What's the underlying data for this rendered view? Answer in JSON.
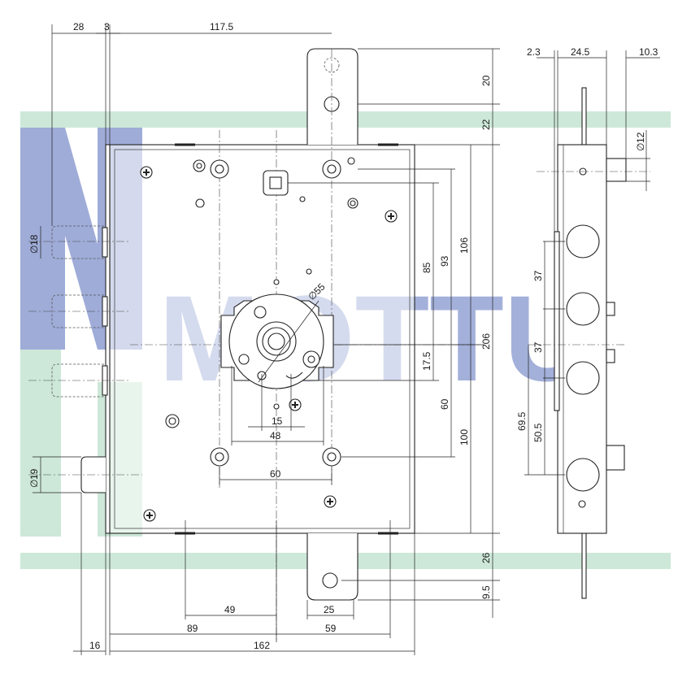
{
  "watermark": {
    "text": "MOTTU",
    "blue": "#9aa8d6",
    "green": "#cde8d8"
  },
  "colors": {
    "line": "#222222",
    "text": "#1a1a1a"
  },
  "dimensions": {
    "top_28": "28",
    "top_3": "3",
    "top_117_5": "117.5",
    "right_20": "20",
    "right_22": "22",
    "right_106": "106",
    "right_93": "93",
    "right_85": "85",
    "right_206": "206",
    "right_17_5": "17.5",
    "right_60": "60",
    "right_100": "100",
    "right_26": "26",
    "right_9_5": "9.5",
    "dia_18": "18",
    "dia_19": "19",
    "dia_55": "55",
    "h_15": "15",
    "h_48": "48",
    "h_60": "60",
    "bottom_49": "49",
    "bottom_25": "25",
    "bottom_89": "89",
    "bottom_59": "59",
    "bottom_16": "16",
    "bottom_162": "162",
    "side_2_3": "2.3",
    "side_24_5": "24.5",
    "side_10_3": "10.3",
    "side_dia_12": "12",
    "side_37a": "37",
    "side_37b": "37",
    "side_69_5": "69.5",
    "side_50_5": "50.5"
  },
  "symbols": {
    "diameter": "∅"
  }
}
